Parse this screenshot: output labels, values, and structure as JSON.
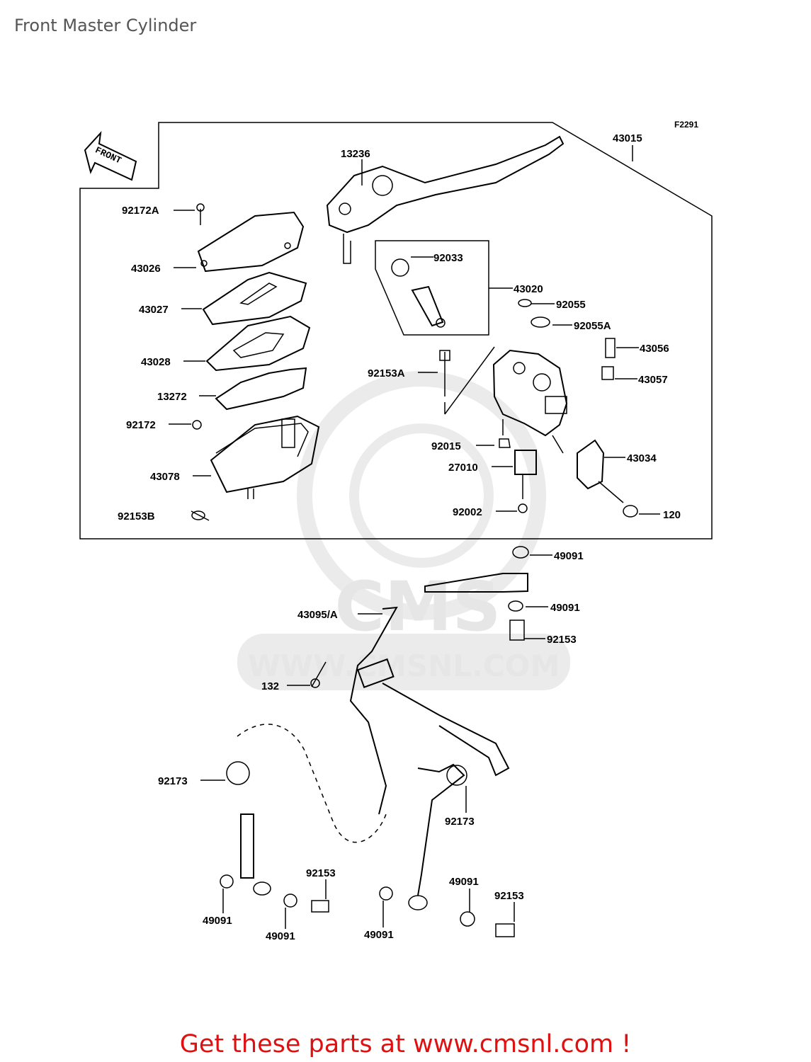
{
  "title": "Front Master Cylinder",
  "figure_code": "F2291",
  "front_marker": "FRONT",
  "watermark": "WWW.CMSNL.COM",
  "footer": "Get these parts at www.cmsnl.com !",
  "labels": {
    "p43015": "43015",
    "p13236": "13236",
    "p92172A": "92172A",
    "p43026": "43026",
    "p43027": "43027",
    "p43028": "43028",
    "p13272": "13272",
    "p92172": "92172",
    "p43078": "43078",
    "p92153B": "92153B",
    "p92033": "92033",
    "p43020": "43020",
    "p92055": "92055",
    "p92055A": "92055A",
    "p43056": "43056",
    "p43057": "43057",
    "p92153A": "92153A",
    "p92015": "92015",
    "p27010": "27010",
    "p43034": "43034",
    "p92002": "92002",
    "p120": "120",
    "p49091_a": "49091",
    "p43095A": "43095/A",
    "p49091_b": "49091",
    "p92153_a": "92153",
    "p132": "132",
    "p92173_a": "92173",
    "p92173_b": "92173",
    "p92153_b": "92153",
    "p49091_c": "49091",
    "p92153_c": "92153",
    "p49091_d": "49091",
    "p49091_e": "49091",
    "p49091_f": "49091"
  }
}
